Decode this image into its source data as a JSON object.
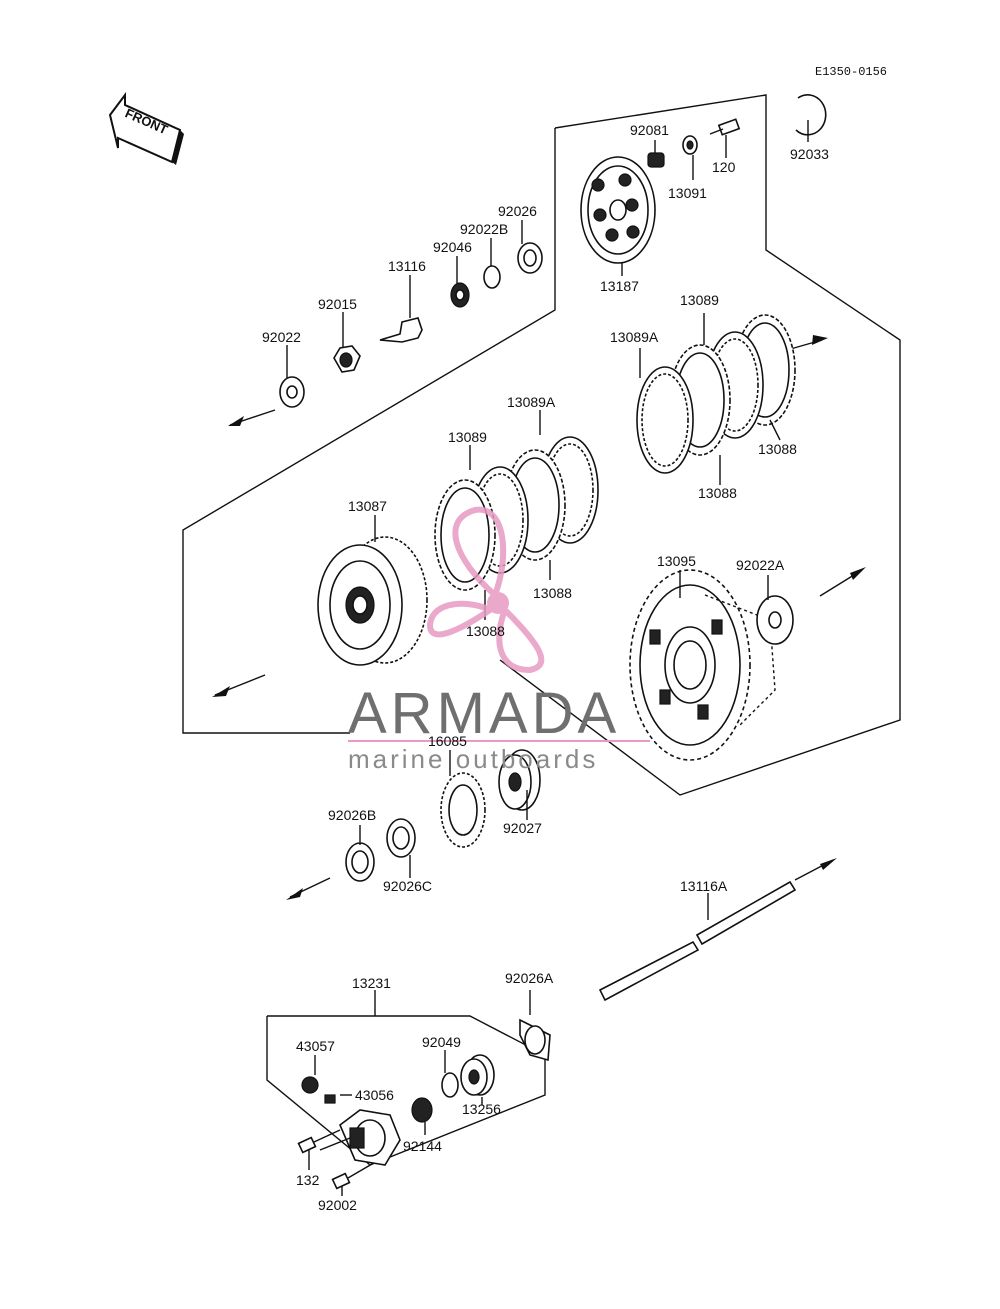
{
  "reference_code": "E1350-0156",
  "front_marker": "FRONT",
  "watermark": {
    "title": "ARMADA",
    "subtitle": "marine outboards",
    "accent_color": "#e79ac2"
  },
  "parts": [
    {
      "id": "p92033",
      "label": "92033"
    },
    {
      "id": "p92081",
      "label": "92081"
    },
    {
      "id": "p13091",
      "label": "13091"
    },
    {
      "id": "p120",
      "label": "120"
    },
    {
      "id": "p13187",
      "label": "13187"
    },
    {
      "id": "p92026",
      "label": "92026"
    },
    {
      "id": "p92022B",
      "label": "92022B"
    },
    {
      "id": "p92046",
      "label": "92046"
    },
    {
      "id": "p13116",
      "label": "13116"
    },
    {
      "id": "p92015",
      "label": "92015"
    },
    {
      "id": "p92022",
      "label": "92022"
    },
    {
      "id": "p13089a",
      "label": "13089"
    },
    {
      "id": "p13089A_1",
      "label": "13089A"
    },
    {
      "id": "p13088a",
      "label": "13088"
    },
    {
      "id": "p13088b",
      "label": "13088"
    },
    {
      "id": "p13089A_2",
      "label": "13089A"
    },
    {
      "id": "p13089b",
      "label": "13089"
    },
    {
      "id": "p13087",
      "label": "13087"
    },
    {
      "id": "p13088c",
      "label": "13088"
    },
    {
      "id": "p13088d",
      "label": "13088"
    },
    {
      "id": "p13095",
      "label": "13095"
    },
    {
      "id": "p92022A",
      "label": "92022A"
    },
    {
      "id": "p16085",
      "label": "16085"
    },
    {
      "id": "p92027",
      "label": "92027"
    },
    {
      "id": "p92026B",
      "label": "92026B"
    },
    {
      "id": "p92026C",
      "label": "92026C"
    },
    {
      "id": "p13116A",
      "label": "13116A"
    },
    {
      "id": "p13231",
      "label": "13231"
    },
    {
      "id": "p92026A",
      "label": "92026A"
    },
    {
      "id": "p43057",
      "label": "43057"
    },
    {
      "id": "p92049",
      "label": "92049"
    },
    {
      "id": "p43056",
      "label": "43056"
    },
    {
      "id": "p13256",
      "label": "13256"
    },
    {
      "id": "p92144",
      "label": "92144"
    },
    {
      "id": "p132",
      "label": "132"
    },
    {
      "id": "p92002",
      "label": "92002"
    }
  ]
}
